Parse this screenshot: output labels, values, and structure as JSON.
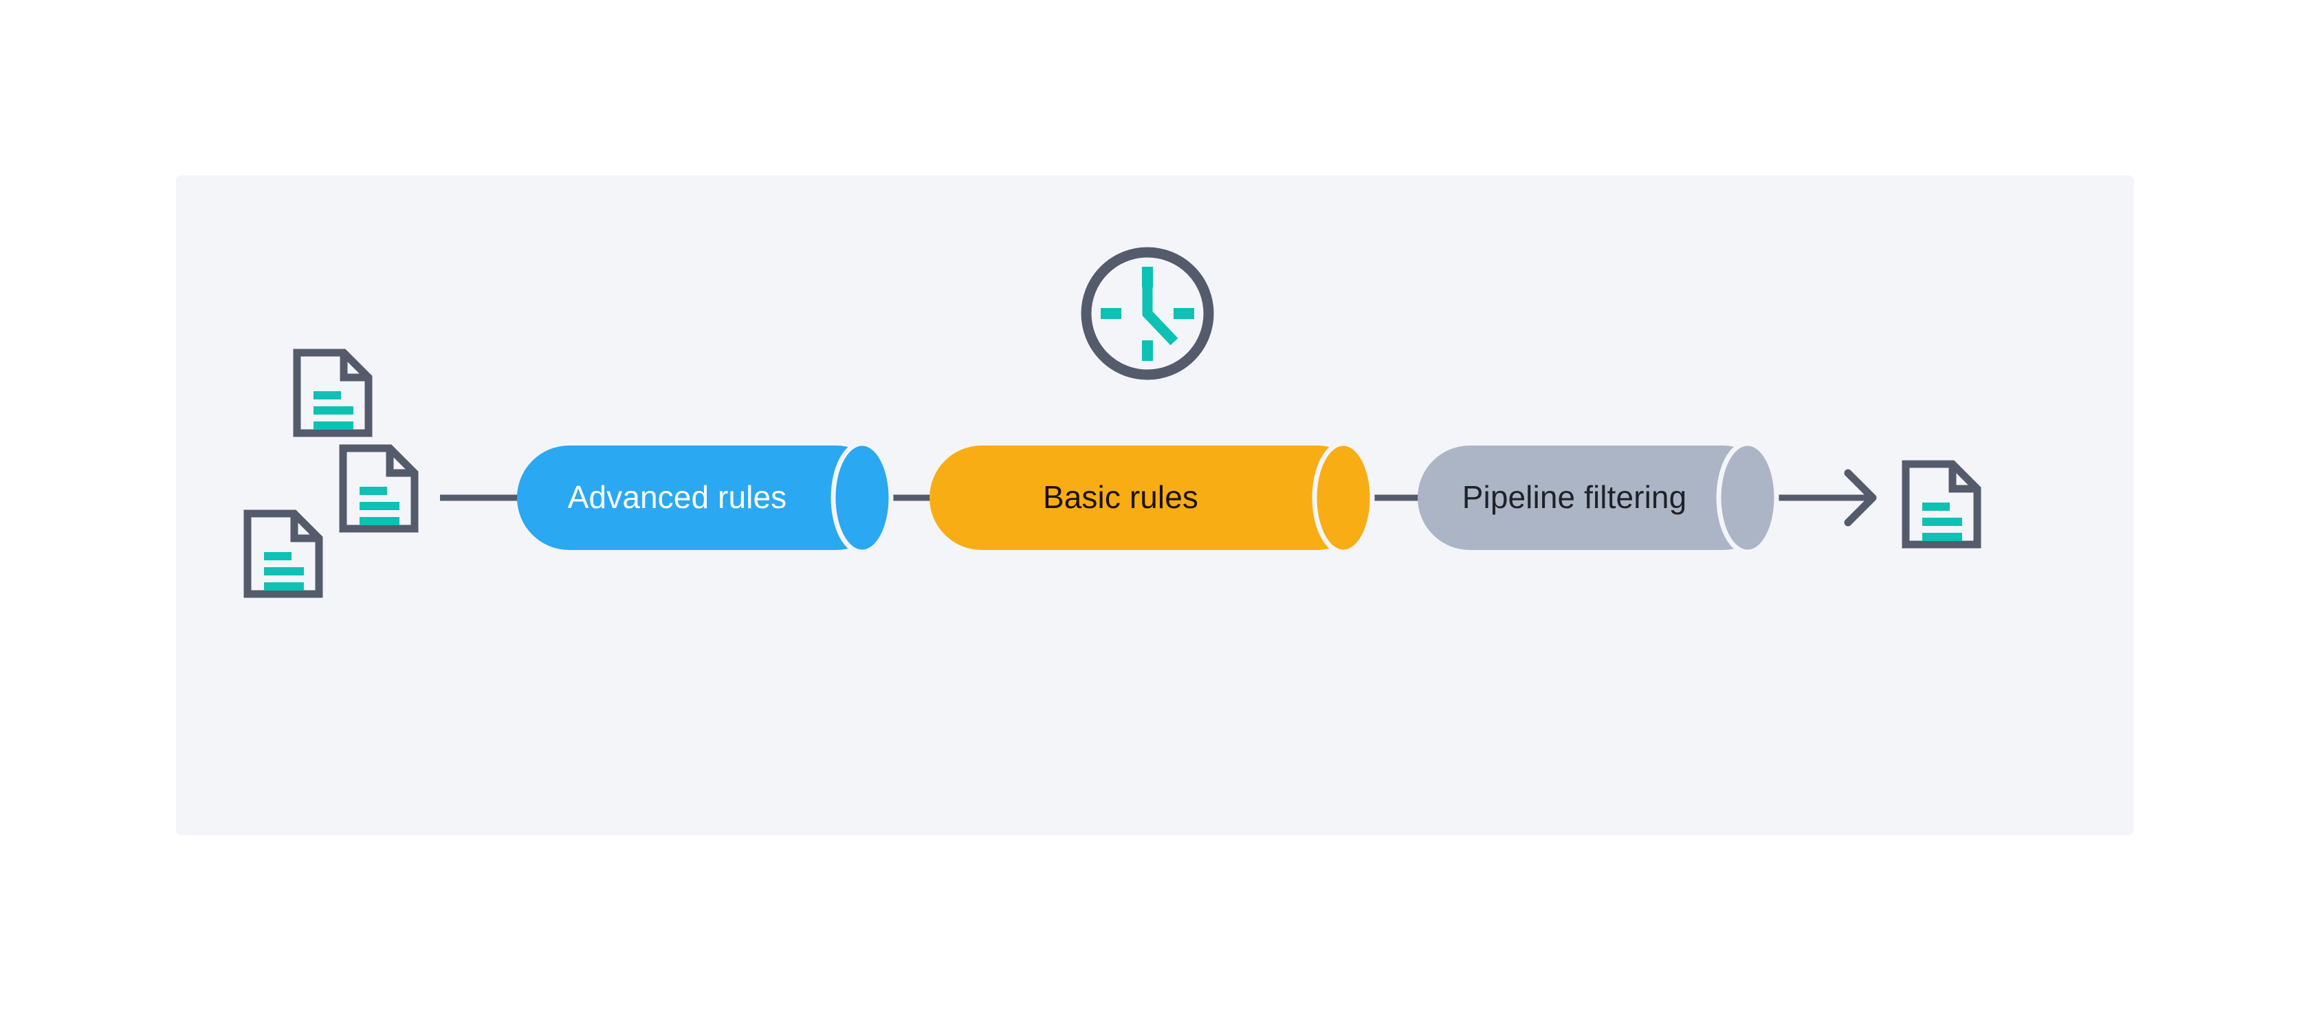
{
  "diagram": {
    "title": "Rules pipeline flow",
    "panel": {
      "background_color": "#f4f5f9"
    },
    "palette": {
      "slate": "#545b6b",
      "teal": "#0dc1b5",
      "blue": "#2aa8f2",
      "orange": "#f9ad15",
      "gray_blue": "#acb5c6",
      "panel_bg": "#f4f5f9",
      "page_bg": "#ffffff",
      "label_light": "#ffffff",
      "label_dark": "#1f2228"
    },
    "input_documents": [
      {
        "name": "input-document-top",
        "lines": 3
      },
      {
        "name": "input-document-middle",
        "lines": 3
      },
      {
        "name": "input-document-bottom",
        "lines": 3
      }
    ],
    "clock": {
      "name": "clock-icon",
      "ring_color": "#545b6b",
      "hands_color": "#0dc1b5",
      "tick_positions": [
        "12",
        "3",
        "6",
        "9"
      ],
      "hour_hand": "4:30",
      "minute_hand": "12"
    },
    "stages": [
      {
        "id": "advanced-rules",
        "label": "Advanced rules",
        "fill": "#2aa8f2",
        "text_color": "#ffffff"
      },
      {
        "id": "basic-rules",
        "label": "Basic rules",
        "fill": "#f9ad15",
        "text_color": "#1c1205"
      },
      {
        "id": "pipeline-filtering",
        "label": "Pipeline filtering",
        "fill": "#acb5c6",
        "text_color": "#1f2228"
      }
    ],
    "output_document": {
      "name": "output-document",
      "lines": 3
    },
    "connectors": [
      {
        "from": "input-documents",
        "to": "advanced-rules"
      },
      {
        "from": "advanced-rules",
        "to": "basic-rules"
      },
      {
        "from": "basic-rules",
        "to": "pipeline-filtering"
      },
      {
        "from": "pipeline-filtering",
        "to": "output-document",
        "arrow": true
      }
    ]
  }
}
